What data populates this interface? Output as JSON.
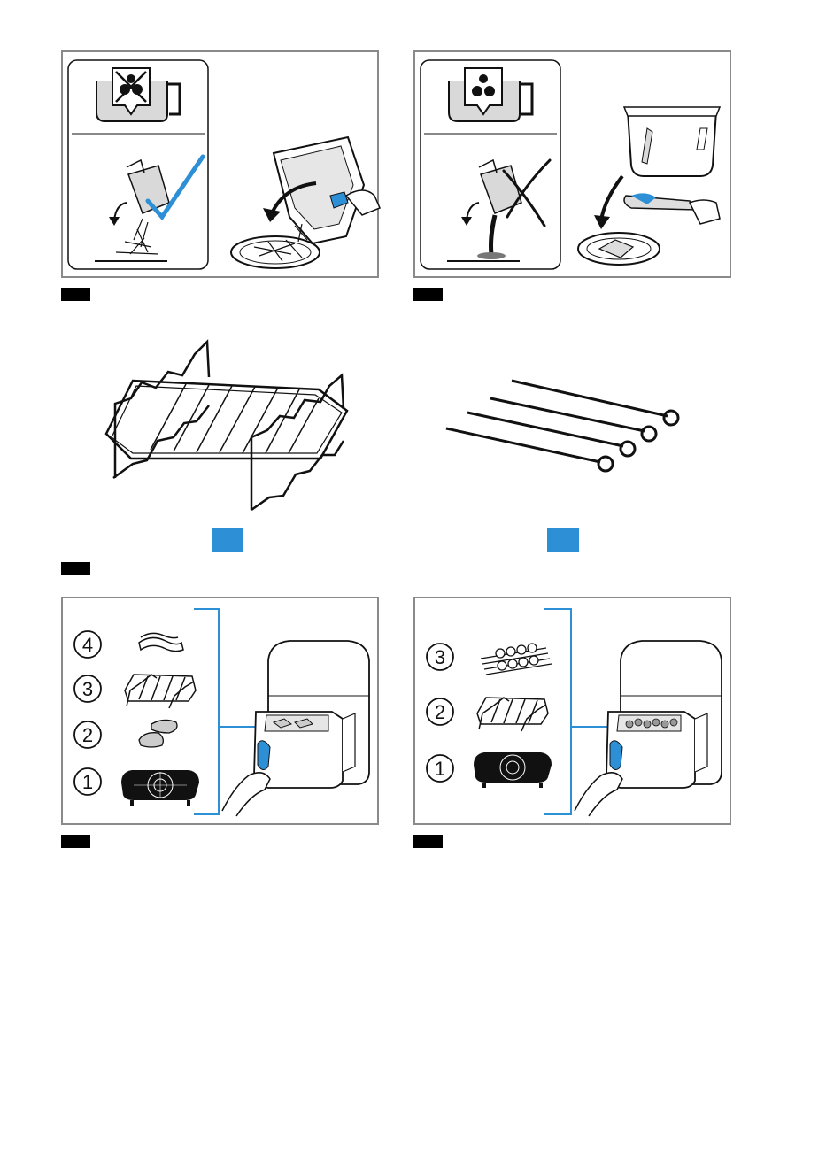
{
  "panels": {
    "fig1": {
      "labels": []
    },
    "fig2": {
      "labels": []
    },
    "fig3": {
      "labels": []
    },
    "fig4": {
      "labels": []
    },
    "fig5": {
      "levels": [
        "4",
        "3",
        "2",
        "1"
      ]
    },
    "fig6": {
      "levels": [
        "3",
        "2",
        "1"
      ]
    }
  },
  "colors": {
    "accent": "#2d8fd5",
    "frame": "#8a8a8a",
    "tag": "#000000"
  },
  "icons": [
    "no-water-icon",
    "water-drops-icon",
    "checkmark-icon",
    "cross-icon",
    "arrow-icon",
    "basket-icon",
    "rack-icon",
    "skewer-icon",
    "airfryer-icon"
  ]
}
